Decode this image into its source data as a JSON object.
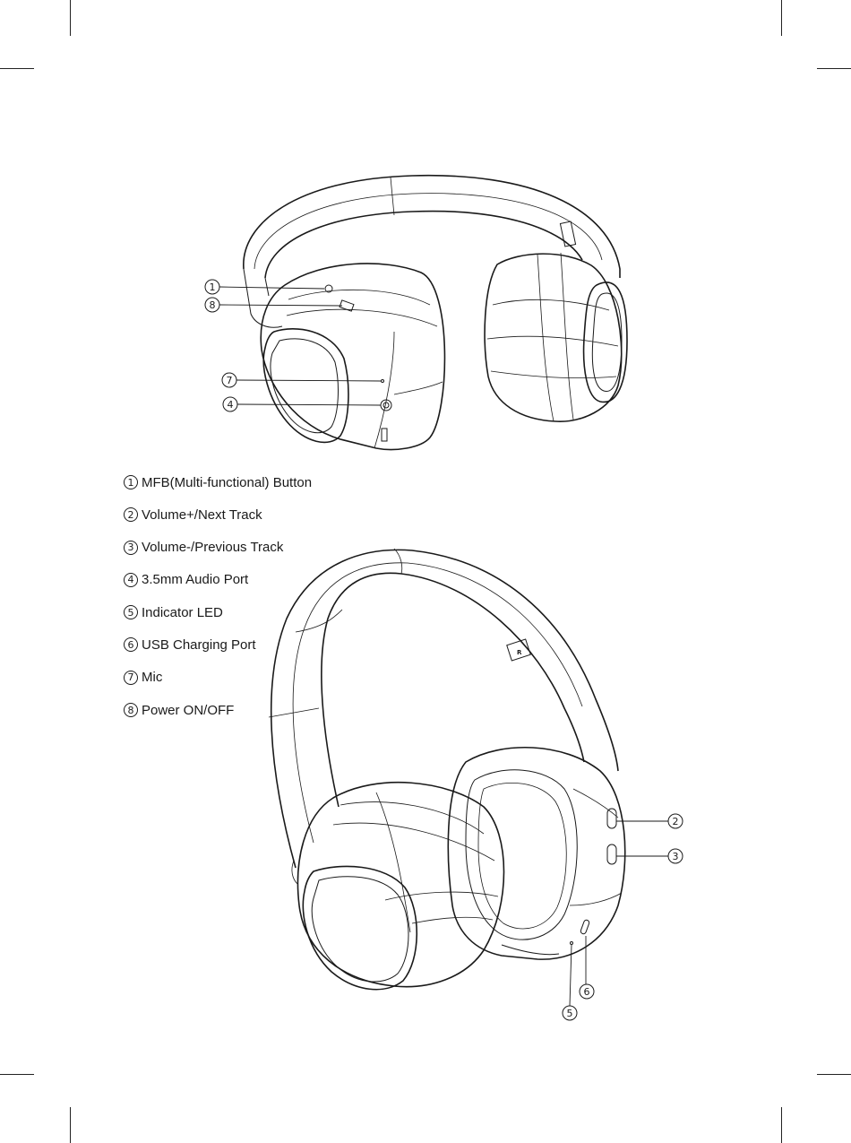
{
  "legend": [
    {
      "num": "1",
      "label": "MFB(Multi-functional) Button"
    },
    {
      "num": "2",
      "label": "Volume+/Next Track"
    },
    {
      "num": "3",
      "label": "Volume-/Previous Track"
    },
    {
      "num": "4",
      "label": "3.5mm Audio Port"
    },
    {
      "num": "5",
      "label": "Indicator LED"
    },
    {
      "num": "6",
      "label": "USB Charging Port"
    },
    {
      "num": "7",
      "label": "Mic"
    },
    {
      "num": "8",
      "label": "Power ON/OFF"
    }
  ],
  "callouts": {
    "c1": "1",
    "c8": "8",
    "c7": "7",
    "c4": "4",
    "c2": "2",
    "c3": "3",
    "c5": "5",
    "c6": "6"
  },
  "markings": {
    "right_side": "R"
  }
}
